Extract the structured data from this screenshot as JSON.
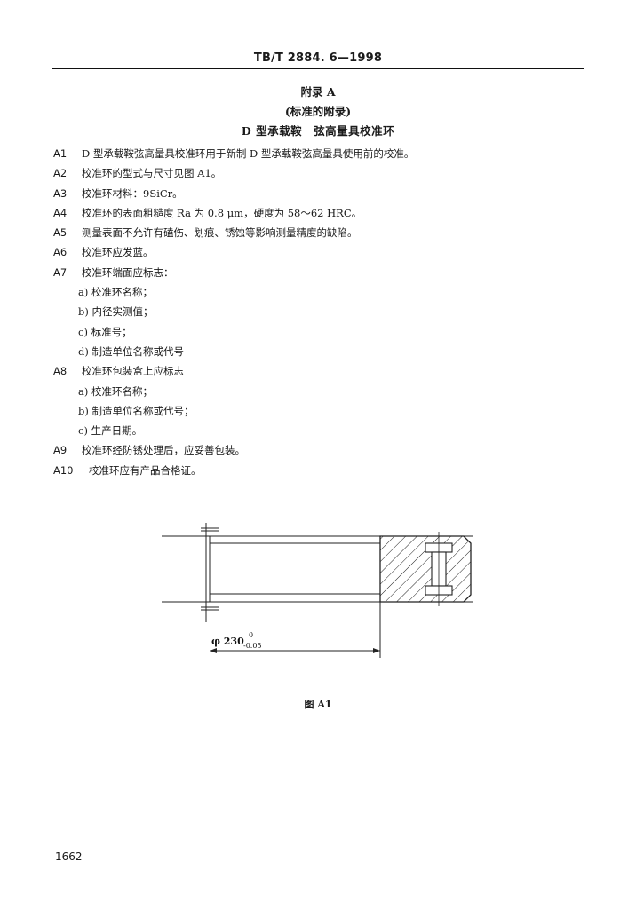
{
  "header": {
    "standard_number": "TB/T 2884. 6—1998"
  },
  "title": {
    "appendix": "附录 A",
    "type": "(标准的附录)",
    "name": "D 型承载鞍　弦高量具校准环"
  },
  "items": [
    {
      "num": "A1",
      "text": "D 型承载鞍弦高量具校准环用于新制 D 型承载鞍弦高量具使用前的校准。"
    },
    {
      "num": "A2",
      "text": "校准环的型式与尺寸见图 A1。"
    },
    {
      "num": "A3",
      "text": "校准环材料：9SiCr。"
    },
    {
      "num": "A4",
      "text": "校准环的表面粗糙度 Ra 为 0.8 μm，硬度为 58～62 HRC。"
    },
    {
      "num": "A5",
      "text": "测量表面不允许有磕伤、划痕、锈蚀等影响测量精度的缺陷。"
    },
    {
      "num": "A6",
      "text": "校准环应发蓝。"
    },
    {
      "num": "A7",
      "text": "校准环端面应标志："
    },
    {
      "num": "",
      "text": "a) 校准环名称；"
    },
    {
      "num": "",
      "text": "b) 内径实测值；"
    },
    {
      "num": "",
      "text": "c) 标准号；"
    },
    {
      "num": "",
      "text": "d) 制造单位名称或代号"
    },
    {
      "num": "A8",
      "text": "校准环包装盒上应标志"
    },
    {
      "num": "",
      "text": "a) 校准环名称；"
    },
    {
      "num": "",
      "text": "b) 制造单位名称或代号；"
    },
    {
      "num": "",
      "text": "c) 生产日期。"
    },
    {
      "num": "A9",
      "text": "校准环经防锈处理后，应妥善包装。"
    },
    {
      "num": "A10",
      "text": "校准环应有产品合格证。"
    }
  ],
  "figure": {
    "dimension": "φ 230",
    "tolerance_upper": "0",
    "tolerance_lower": "-0.05",
    "caption": "图 A1"
  },
  "page_number": "1662"
}
